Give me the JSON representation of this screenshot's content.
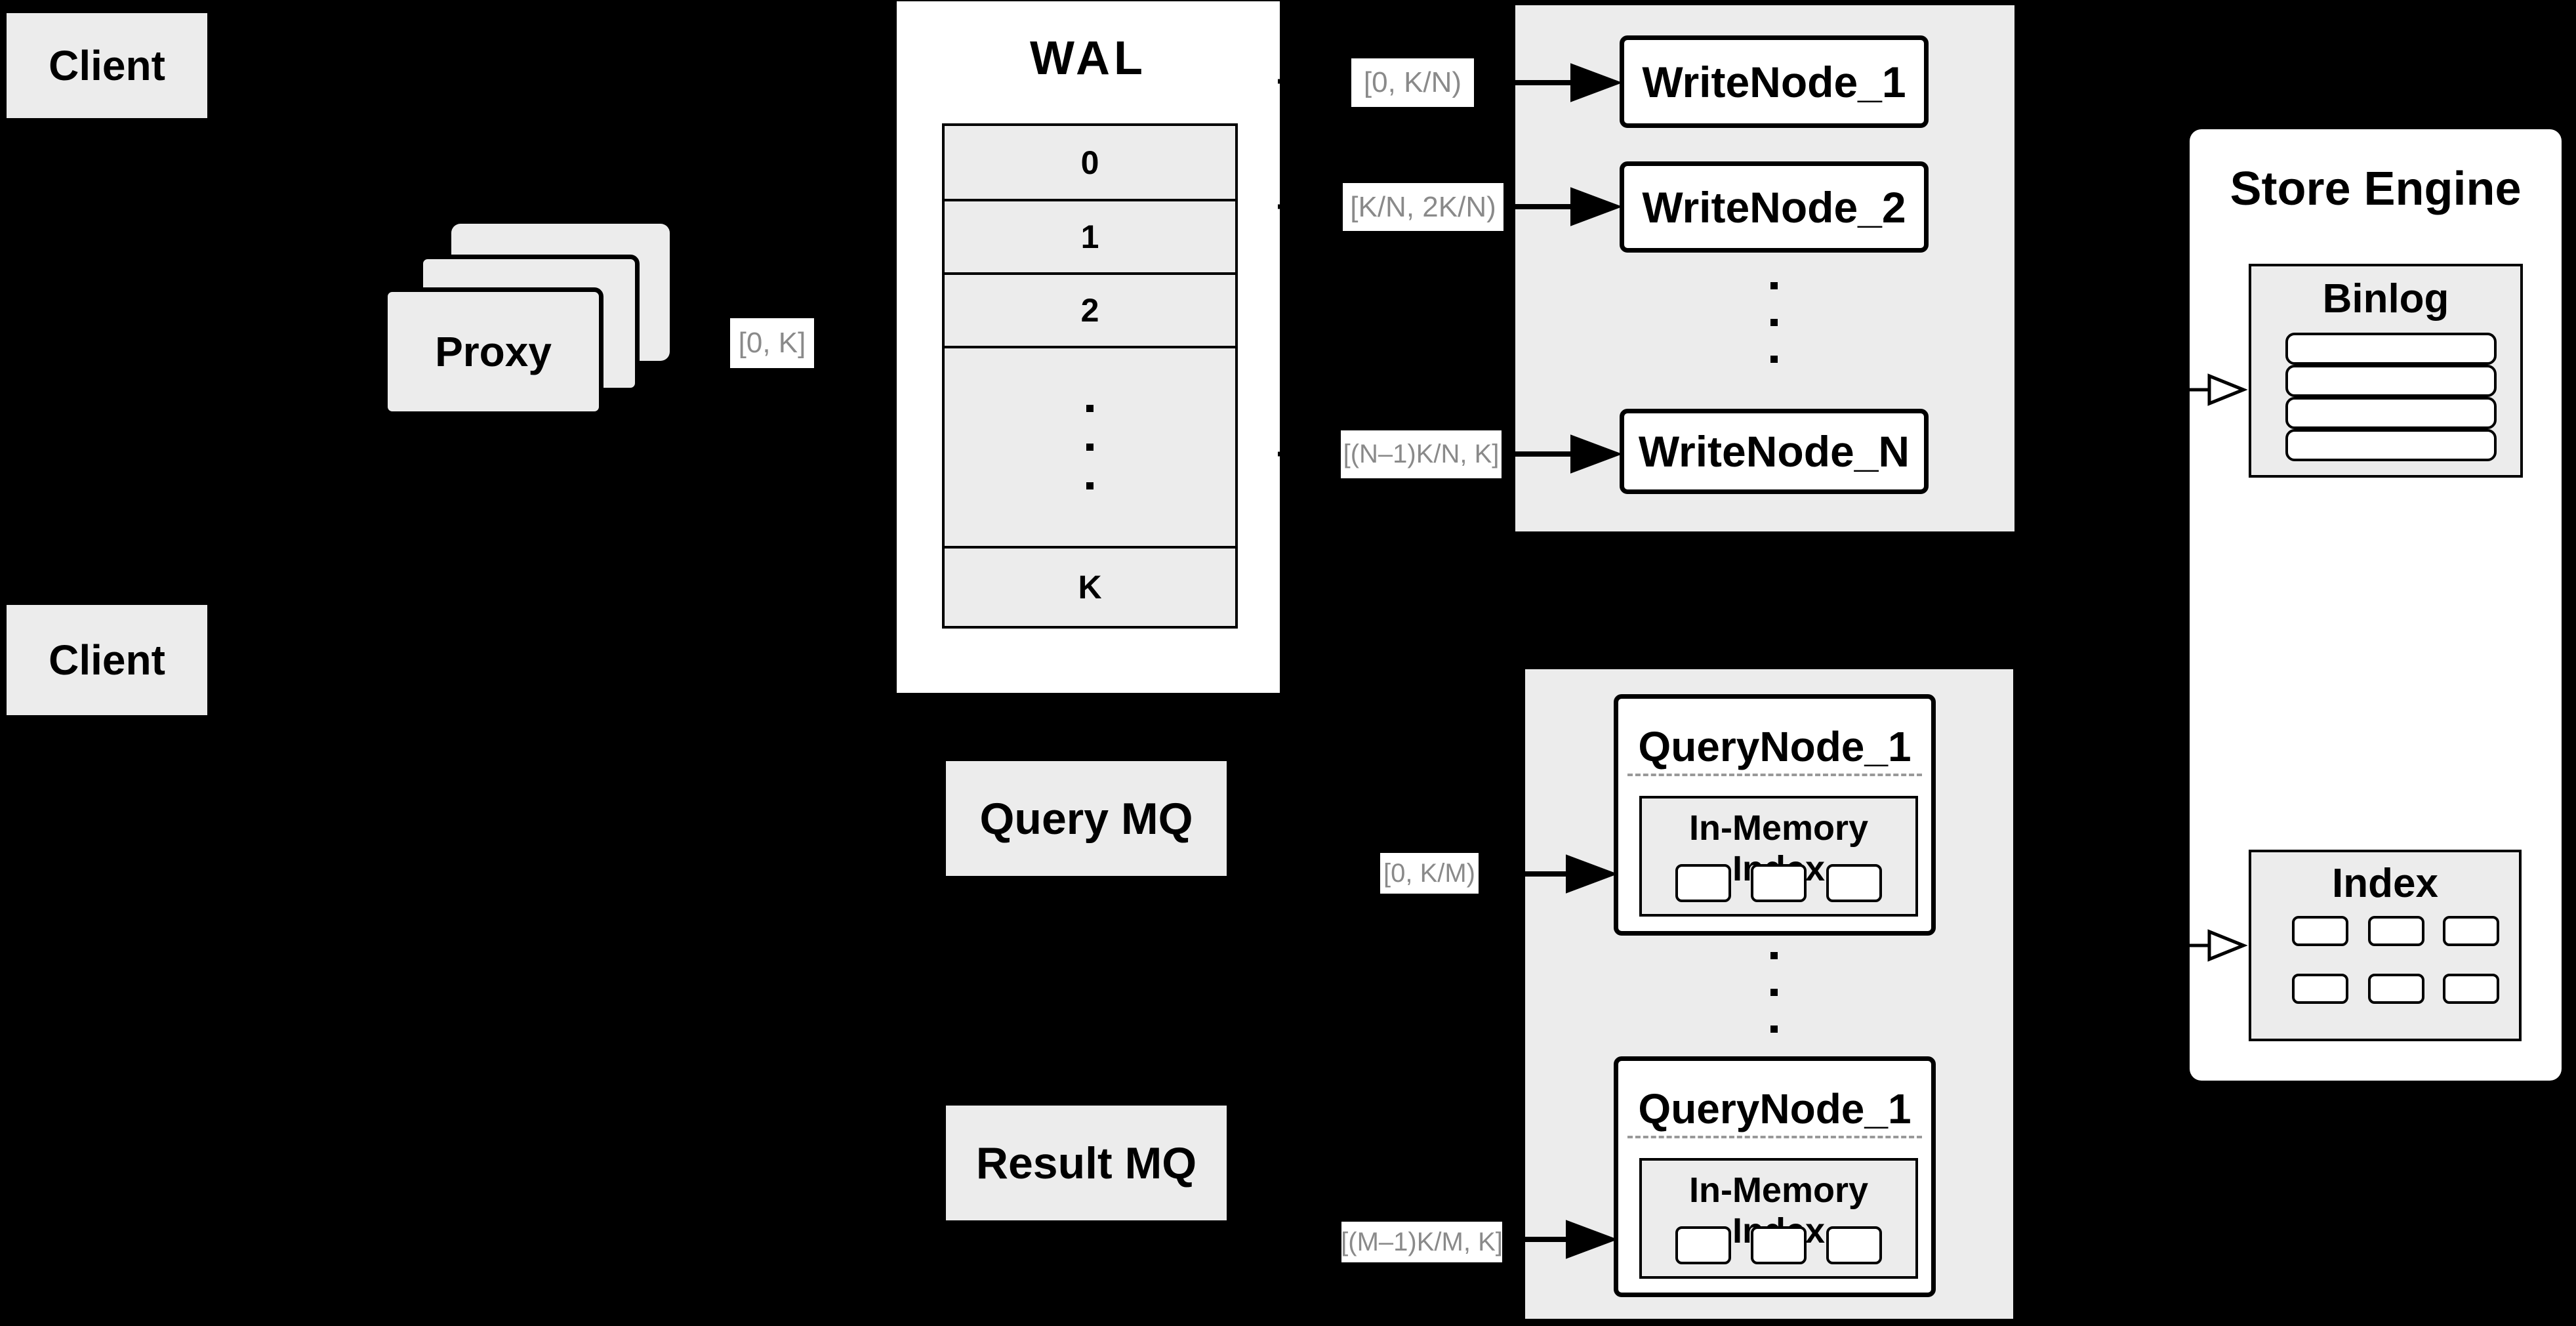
{
  "colors": {
    "background": "#000000",
    "panel_gray": "#ececec",
    "box_white": "#ffffff",
    "border_black": "#000000",
    "range_label_text": "#8a8a8a",
    "dashed_separator": "#999999"
  },
  "clients": {
    "top": "Client",
    "bottom": "Client"
  },
  "proxy": {
    "label": "Proxy"
  },
  "ranges": {
    "proxy_to_wal": "[0, K]",
    "write_1": "[0, K/N)",
    "write_2": "[K/N, 2K/N)",
    "write_n": "[(N–1)K/N, K]",
    "query_1": "[0, K/M)",
    "query_m": "[(M–1)K/M, K]"
  },
  "wal": {
    "title": "WAL",
    "segments": [
      "0",
      "1",
      "2"
    ],
    "last_segment": "K"
  },
  "write_nodes": {
    "node_1": "WriteNode_1",
    "node_2": "WriteNode_2",
    "node_n": "WriteNode_N"
  },
  "store_engine": {
    "title": "Store Engine",
    "binlog": "Binlog",
    "index": "Index"
  },
  "mq": {
    "query": "Query MQ",
    "result": "Result MQ"
  },
  "query_nodes": {
    "node_top": {
      "title": "QueryNode_1",
      "inner": "In-Memory Index"
    },
    "node_bottom": {
      "title": "QueryNode_1",
      "inner": "In-Memory Index"
    }
  }
}
